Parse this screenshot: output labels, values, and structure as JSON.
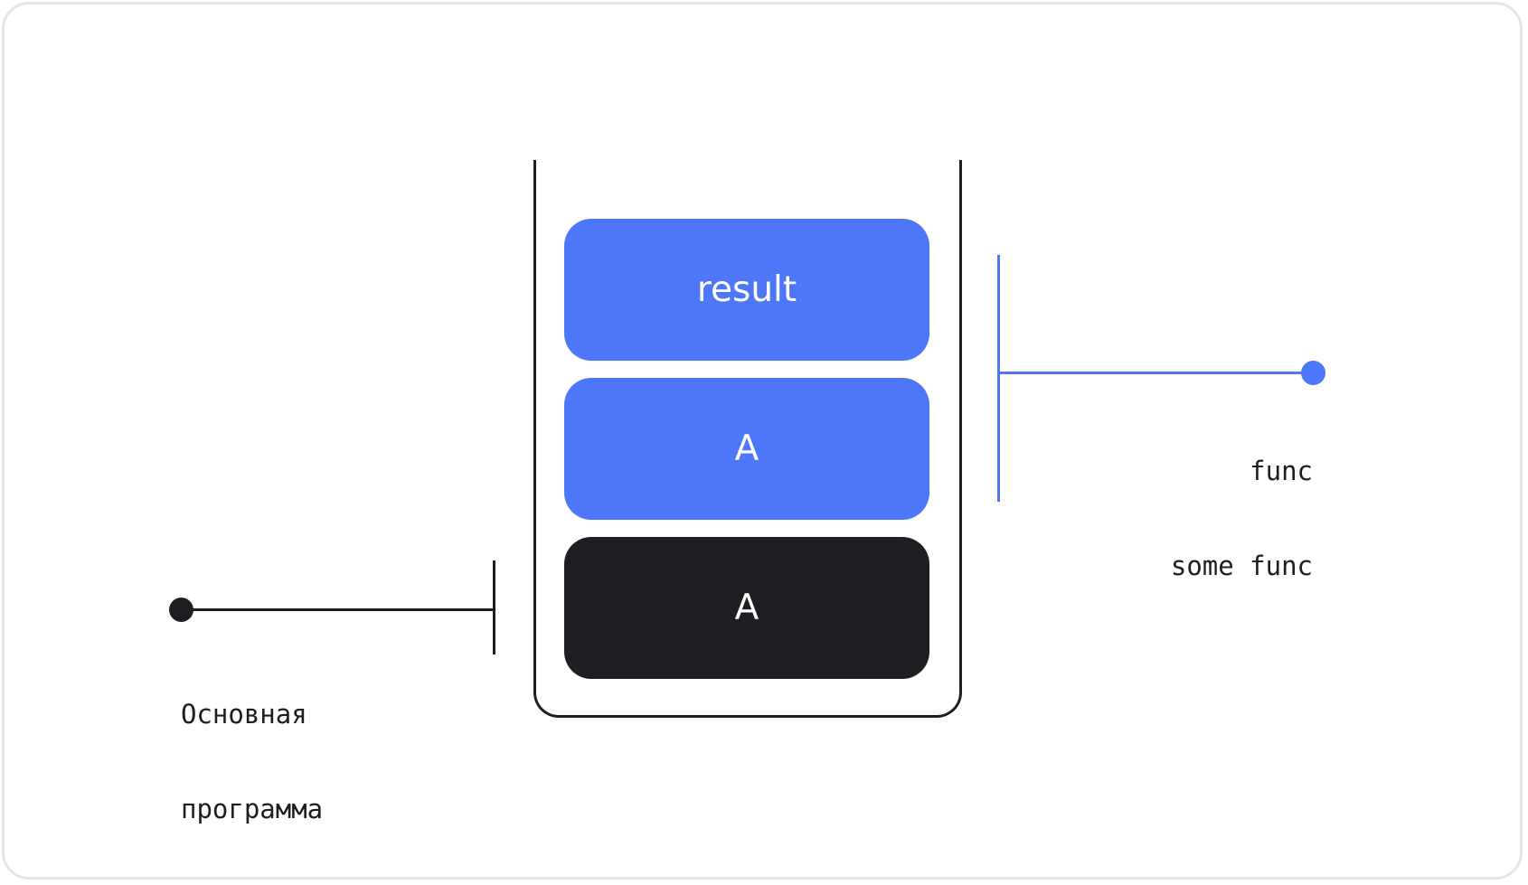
{
  "colors": {
    "accent": "#4e76f9",
    "dark": "#1d1e22",
    "frame_border": "#e4e4e6"
  },
  "stack": {
    "frames": [
      {
        "label": "result",
        "color": "blue"
      },
      {
        "label": "A",
        "color": "blue"
      },
      {
        "label": "A",
        "color": "dark"
      }
    ]
  },
  "annotations": {
    "function": {
      "line1": "func",
      "line2": "some func"
    },
    "main_program": {
      "line1": "Основная",
      "line2": "программа"
    }
  }
}
